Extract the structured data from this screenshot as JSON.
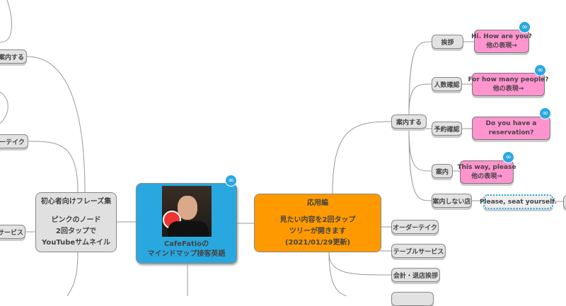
{
  "root": {
    "title_line1": "CafeFatioの",
    "title_line2": "マインドマップ接客英語",
    "color": "#29a8e0"
  },
  "left_main": {
    "line1": "初心者向けフレーズ集",
    "line2": "ピンクのノード",
    "line3": "2回タップで",
    "line4": "YouTubeサムネイル"
  },
  "left_children": [
    "案内する",
    "ーテイク",
    "サービス"
  ],
  "right_main": {
    "line1": "応用編",
    "line2": "見たい内容を2回タップ",
    "line3": "ツリーが開きます",
    "line4": "(2021/01/29更新)",
    "color": "#ff9900"
  },
  "right_children": {
    "guide": "案内する",
    "order": "オーダーテイク",
    "table": "テーブルサービス",
    "checkout": "会計・退店挨拶"
  },
  "guide_children": [
    {
      "label": "挨拶",
      "phrase": "Hi. How are you?",
      "more": "他の表現→"
    },
    {
      "label": "人数確認",
      "phrase": "For how many people?",
      "more": "他の表現→"
    },
    {
      "label": "予約確認",
      "phrase": "Do you have a",
      "more": "reservation?"
    },
    {
      "label": "案内",
      "phrase": "This way, please",
      "more": "他の表現→"
    },
    {
      "label": "案内しない店",
      "phrase": "Please, seat yourself."
    }
  ],
  "icons": {
    "link": "link-icon"
  }
}
